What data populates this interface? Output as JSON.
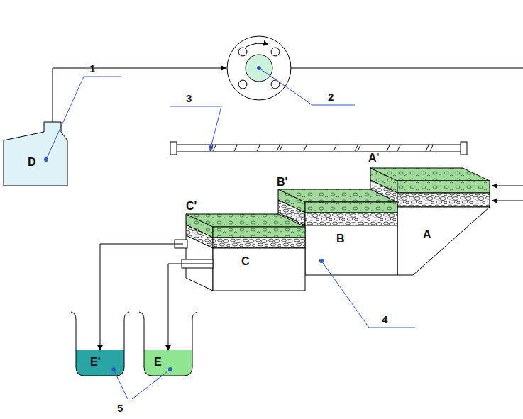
{
  "diagram": {
    "nodes": [
      {
        "text": [
          "D"
        ]
      },
      {
        "text": [
          "A'"
        ]
      },
      {
        "text": [
          "B'"
        ]
      },
      {
        "text": [
          "C'"
        ]
      },
      {
        "text": [
          "A"
        ]
      },
      {
        "text": [
          "B"
        ]
      },
      {
        "text": [
          "C"
        ]
      },
      {
        "text": [
          "E'"
        ]
      },
      {
        "text": [
          "E"
        ]
      }
    ],
    "edges": [
      {
        "from": 3,
        "to": 7,
        "arrow": "to"
      },
      {
        "from": 6,
        "to": 8,
        "arrow": "to"
      }
    ],
    "labels": [
      "1",
      "2",
      "3",
      "4",
      "5"
    ]
  }
}
